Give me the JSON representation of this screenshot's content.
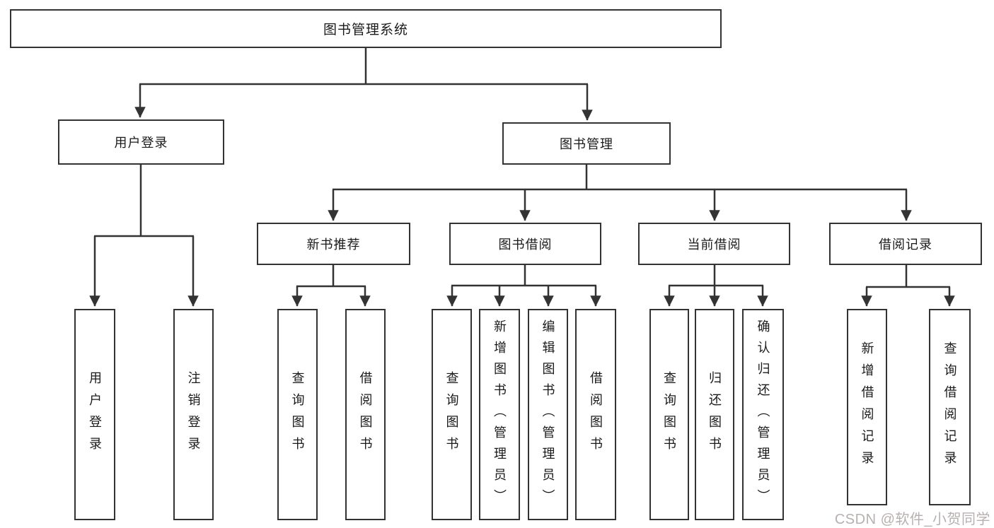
{
  "diagram": {
    "root": {
      "label": "图书管理系统"
    },
    "level2": [
      {
        "label": "用户登录"
      },
      {
        "label": "图书管理"
      }
    ],
    "level3": [
      {
        "label": "新书推荐"
      },
      {
        "label": "图书借阅"
      },
      {
        "label": "当前借阅"
      },
      {
        "label": "借阅记录"
      }
    ],
    "leaves": [
      {
        "label": "用户登录",
        "parent": "用户登录"
      },
      {
        "label": "注销登录",
        "parent": "用户登录"
      },
      {
        "label": "查询图书",
        "parent": "新书推荐"
      },
      {
        "label": "借阅图书",
        "parent": "新书推荐"
      },
      {
        "label": "查询图书",
        "parent": "图书借阅"
      },
      {
        "label": "新增图书（管理员）",
        "parent": "图书借阅"
      },
      {
        "label": "编辑图书（管理员）",
        "parent": "图书借阅"
      },
      {
        "label": "借阅图书",
        "parent": "图书借阅"
      },
      {
        "label": "查询图书",
        "parent": "当前借阅"
      },
      {
        "label": "归还图书",
        "parent": "当前借阅"
      },
      {
        "label": "确认归还（管理员）",
        "parent": "当前借阅"
      },
      {
        "label": "新增借阅记录",
        "parent": "借阅记录"
      },
      {
        "label": "查询借阅记录",
        "parent": "借阅记录"
      }
    ],
    "watermark": "CSDN @软件_小贺同学",
    "colors": {
      "line": "#333333",
      "text": "#1a1a1a",
      "background": "#ffffff",
      "watermark": "#aba3a3"
    }
  }
}
